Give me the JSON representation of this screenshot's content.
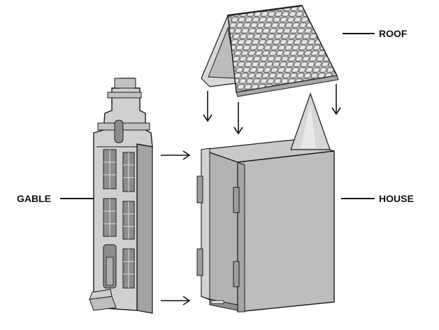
{
  "labels": {
    "roof": "ROOF",
    "gable": "GABLE",
    "house": "HOUSE"
  },
  "colors": {
    "face_light": "#d4d4d4",
    "face_mid": "#bdbdbd",
    "face_dark": "#9a9a9a",
    "outline": "#1a1a1a",
    "window": "#8d8d8d",
    "text": "#111111"
  }
}
